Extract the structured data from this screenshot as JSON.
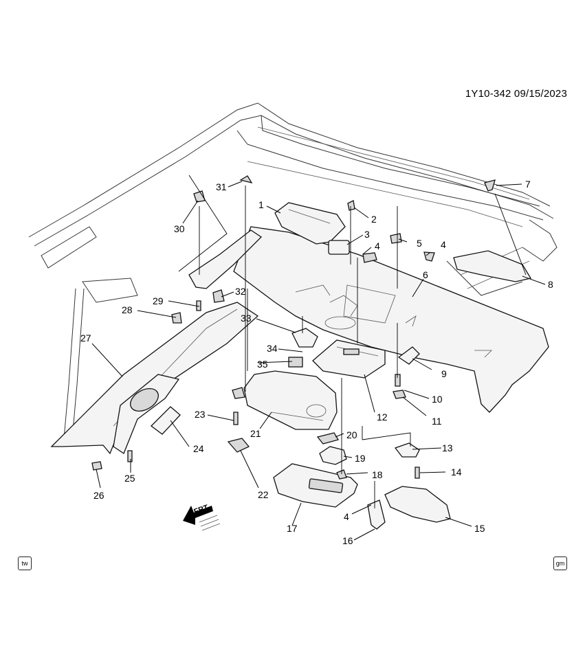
{
  "drawing_id": "1Y10-342  09/15/2023",
  "badges": {
    "left": "tw",
    "right": "gm"
  },
  "front_arrow": "FRT",
  "callouts": [
    "1",
    "2",
    "3",
    "4",
    "5",
    "6",
    "7",
    "8",
    "9",
    "10",
    "11",
    "12",
    "13",
    "14",
    "15",
    "16",
    "17",
    "18",
    "19",
    "20",
    "21",
    "22",
    "23",
    "24",
    "25",
    "26",
    "27",
    "28",
    "29",
    "30",
    "31",
    "32",
    "33",
    "34",
    "35",
    "4"
  ]
}
